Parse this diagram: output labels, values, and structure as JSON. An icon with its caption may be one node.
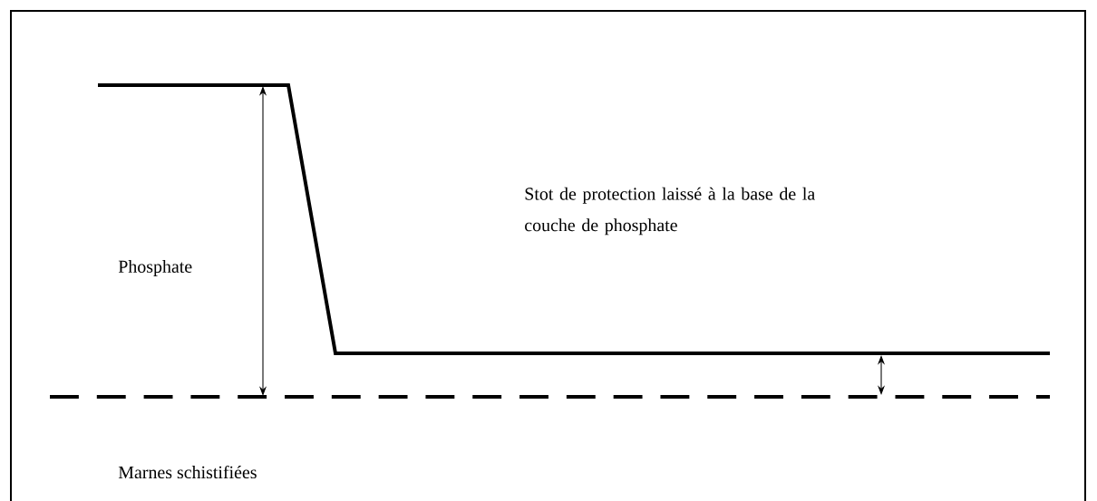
{
  "diagram": {
    "labels": [
      "Stot de protection laissé à la base de la couche de phosphate",
      "Phosphate",
      "Marnes schistifiées"
    ]
  }
}
